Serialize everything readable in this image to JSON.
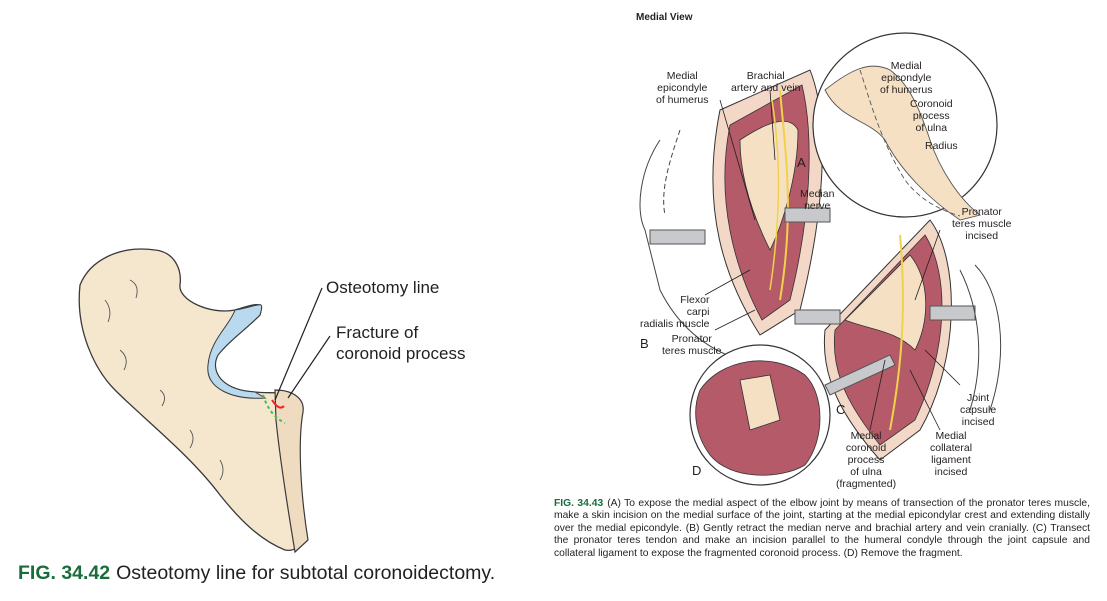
{
  "fig42": {
    "label_osteotomy": "Osteotomy line",
    "label_fracture_1": "Fracture of",
    "label_fracture_2": "coronoid process",
    "caption_number": "FIG. 34.42",
    "caption_text": "Osteotomy line for subtotal coronoidectomy."
  },
  "fig43": {
    "title": "Medial View",
    "labels": {
      "medial_epicondyle_b": [
        "Medial",
        "epicondyle",
        "of humerus"
      ],
      "brachial": [
        "Brachial",
        "artery and vein"
      ],
      "medial_epicondyle_a": [
        "Medial",
        "epicondyle",
        "of humerus"
      ],
      "coronoid_a": [
        "Coronoid",
        "process",
        "of ulna"
      ],
      "radius": "Radius",
      "median_nerve": [
        "Median",
        "nerve"
      ],
      "pronator_incised": [
        "Pronator",
        "teres muscle",
        "incised"
      ],
      "flexor": [
        "Flexor",
        "carpi",
        "radialis muscle"
      ],
      "pronator_b": [
        "Pronator",
        "teres muscle"
      ],
      "joint_capsule": [
        "Joint",
        "capsule",
        "incised"
      ],
      "medial_coronoid": [
        "Medial",
        "coronoid",
        "process",
        "of ulna",
        "(fragmented)"
      ],
      "medial_collateral": [
        "Medial",
        "collateral",
        "ligament",
        "incised"
      ]
    },
    "panel_letters": {
      "a": "A",
      "b": "B",
      "c": "C",
      "d": "D"
    },
    "caption_number": "FIG. 34.43",
    "caption_text": "(A) To expose the medial aspect of the elbow joint by means of transection of the pronator teres muscle, make a skin incision on the medial surface of the joint, starting at the medial epicondylar crest and extending distally over the medial epicondyle. (B) Gently retract the median nerve and brachial artery and vein cranially. (C) Transect the pronator teres tendon and make an incision parallel to the humeral condyle through the joint capsule and collateral ligament to expose the fragmented coronoid process. (D) Remove the fragment."
  },
  "colors": {
    "figure_number": "#1a6d3b",
    "bone": "#f6e7cf",
    "cartilage": "#b9d9ef",
    "muscle": "#b05866",
    "osteotomy": "#e8232a",
    "fracture": "#3fbf4a"
  }
}
